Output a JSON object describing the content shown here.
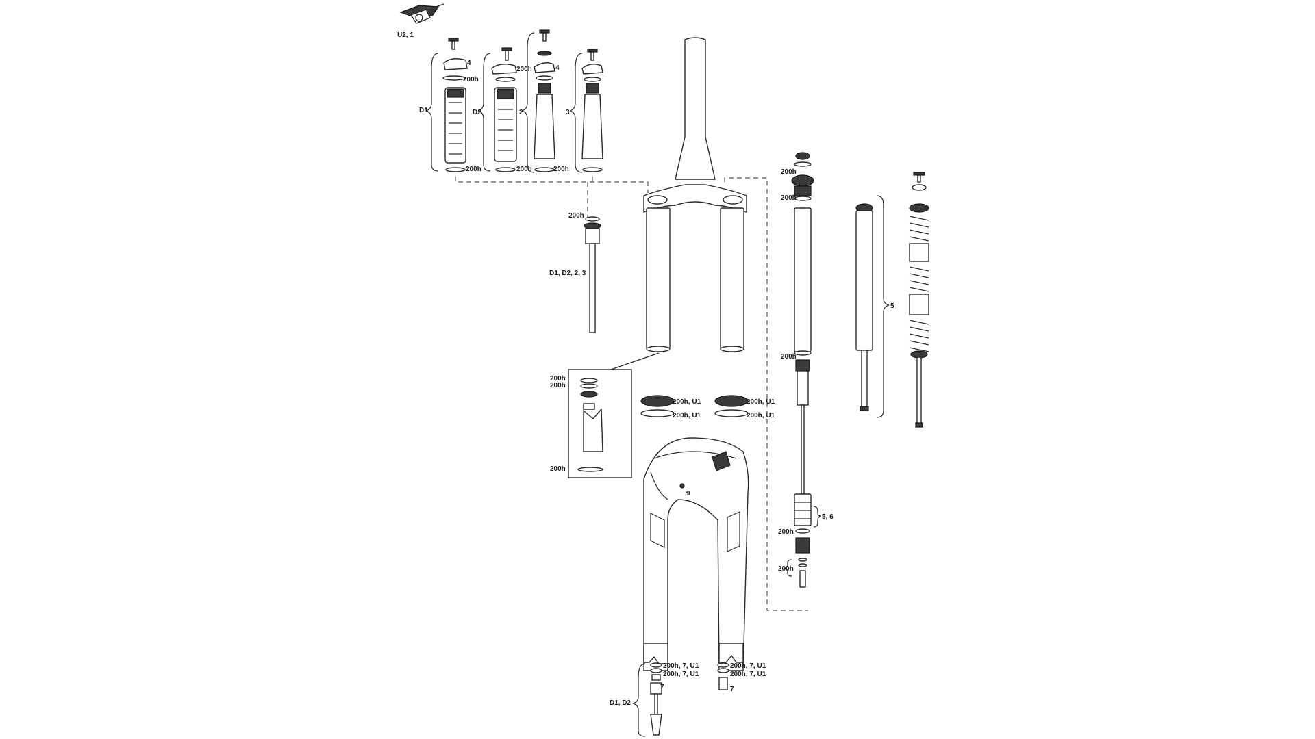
{
  "labels": {
    "remote": "U2, 1",
    "d1_cart": "D1",
    "d2_cart": "D2",
    "cart2": "2",
    "cart3": "3",
    "four_a": "4",
    "four_b": "4",
    "h200": "200h",
    "shaft": "D1, D2, 2, 3",
    "seal_u1": "200h, U1",
    "five": "5",
    "five_six": "5, 6",
    "nine": "9",
    "seven": "7",
    "seal_7_u1": "200h, 7, U1",
    "d1_d2_bottom": "D1, D2"
  }
}
